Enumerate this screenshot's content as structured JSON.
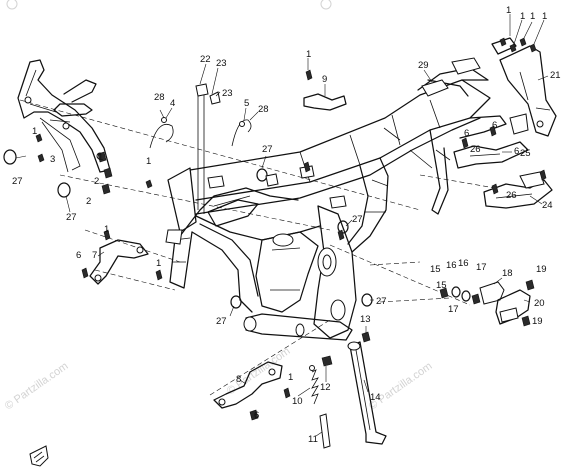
{
  "diagram": {
    "callouts": [
      {
        "id": "c1",
        "text": "1"
      },
      {
        "id": "c2",
        "text": "1"
      },
      {
        "id": "c3",
        "text": "1"
      },
      {
        "id": "c4",
        "text": "1"
      },
      {
        "id": "c5",
        "text": "1"
      },
      {
        "id": "c6",
        "text": "1"
      },
      {
        "id": "c7",
        "text": "1"
      },
      {
        "id": "c8",
        "text": "1"
      },
      {
        "id": "c9",
        "text": "1"
      },
      {
        "id": "c10",
        "text": "1"
      },
      {
        "id": "c11",
        "text": "1"
      },
      {
        "id": "c12",
        "text": "2"
      },
      {
        "id": "c13",
        "text": "2"
      },
      {
        "id": "c14",
        "text": "3"
      },
      {
        "id": "c15",
        "text": "4"
      },
      {
        "id": "c16",
        "text": "5"
      },
      {
        "id": "c17",
        "text": "6"
      },
      {
        "id": "c18",
        "text": "6"
      },
      {
        "id": "c19",
        "text": "6"
      },
      {
        "id": "c20",
        "text": "6"
      },
      {
        "id": "c21",
        "text": "6"
      },
      {
        "id": "c22",
        "text": "7"
      },
      {
        "id": "c23",
        "text": "8"
      },
      {
        "id": "c24",
        "text": "9"
      },
      {
        "id": "c25",
        "text": "10"
      },
      {
        "id": "c26",
        "text": "11"
      },
      {
        "id": "c27",
        "text": "12"
      },
      {
        "id": "c28",
        "text": "13"
      },
      {
        "id": "c29",
        "text": "14"
      },
      {
        "id": "c30",
        "text": "15"
      },
      {
        "id": "c31",
        "text": "15"
      },
      {
        "id": "c32",
        "text": "16"
      },
      {
        "id": "c33",
        "text": "16"
      },
      {
        "id": "c34",
        "text": "17"
      },
      {
        "id": "c35",
        "text": "17"
      },
      {
        "id": "c36",
        "text": "18"
      },
      {
        "id": "c37",
        "text": "19"
      },
      {
        "id": "c38",
        "text": "19"
      },
      {
        "id": "c39",
        "text": "20"
      },
      {
        "id": "c40",
        "text": "21"
      },
      {
        "id": "c41",
        "text": "22"
      },
      {
        "id": "c42",
        "text": "23"
      },
      {
        "id": "c43",
        "text": "23"
      },
      {
        "id": "c44",
        "text": "24"
      },
      {
        "id": "c45",
        "text": "25"
      },
      {
        "id": "c46",
        "text": "26"
      },
      {
        "id": "c47",
        "text": "26"
      },
      {
        "id": "c48",
        "text": "27"
      },
      {
        "id": "c49",
        "text": "27"
      },
      {
        "id": "c50",
        "text": "27"
      },
      {
        "id": "c51",
        "text": "27"
      },
      {
        "id": "c52",
        "text": "27"
      },
      {
        "id": "c53",
        "text": "27"
      },
      {
        "id": "c54",
        "text": "28"
      },
      {
        "id": "c55",
        "text": "28"
      },
      {
        "id": "c56",
        "text": "29"
      }
    ],
    "watermark": "© Partzilla.com"
  }
}
